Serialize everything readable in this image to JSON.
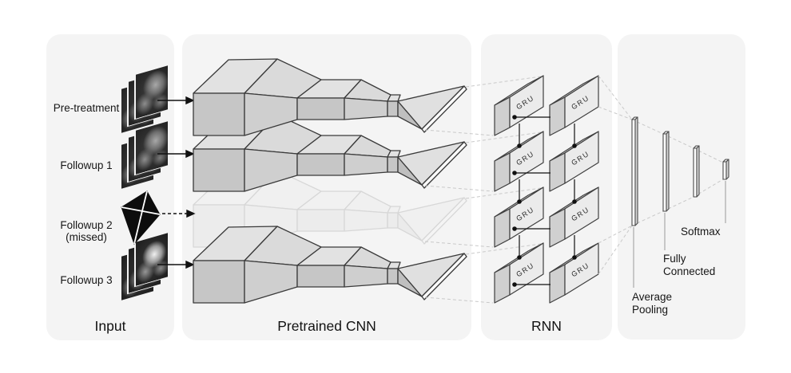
{
  "panels": {
    "input": {
      "title": "Input",
      "rows": [
        {
          "label": "Pre-treatment"
        },
        {
          "label": "Followup 1"
        },
        {
          "label": "Followup 2",
          "sublabel": "(missed)"
        },
        {
          "label": "Followup 3"
        }
      ]
    },
    "cnn": {
      "title": "Pretrained CNN"
    },
    "rnn": {
      "title": "RNN",
      "gru_label": "GRU"
    },
    "classifier": {
      "average_pooling_label": "Average Pooling",
      "fully_connected_label": "Fully Connected",
      "softmax_label": "Softmax"
    }
  },
  "colors": {
    "panel_bg": "#f4f4f4",
    "cnn_front": "#c6c6c6",
    "cnn_top": "#e2e2e2",
    "gru_face": "#ebebeb",
    "stroke": "#3a3a3a",
    "dashed_line": "#c9c9c9",
    "arrow": "#111111"
  }
}
